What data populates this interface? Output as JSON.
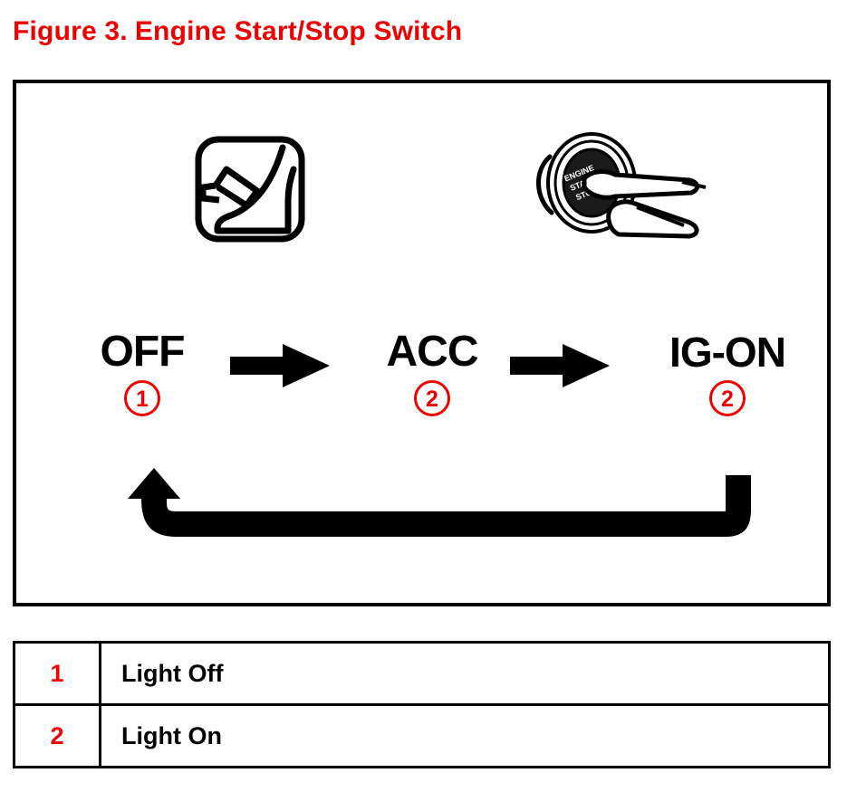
{
  "figure": {
    "number": "Figure 3.",
    "title": "Engine Start/Stop Switch",
    "title_color": "#ee0000"
  },
  "diagram": {
    "icons": [
      {
        "name": "brake-pedal-icon",
        "label": "Depress brake pedal"
      },
      {
        "name": "engine-start-stop-button-icon",
        "label": "Press ENGINE START STOP button",
        "button_text_line1": "ENGINE",
        "button_text_line2": "START",
        "button_text_line3": "STOP"
      }
    ],
    "states": [
      {
        "id": "off",
        "label": "OFF",
        "callout": "1"
      },
      {
        "id": "acc",
        "label": "ACC",
        "callout": "2"
      },
      {
        "id": "ig-on",
        "label": "IG-ON",
        "callout": "2"
      }
    ],
    "transitions": [
      {
        "from": "OFF",
        "to": "ACC",
        "name": "arrow-off-to-acc"
      },
      {
        "from": "ACC",
        "to": "IG-ON",
        "name": "arrow-acc-to-ig-on"
      },
      {
        "from": "IG-ON",
        "to": "OFF",
        "name": "return-loop-arrow"
      }
    ],
    "callout_color": "#ee0000",
    "frame_color": "#000000"
  },
  "legend": {
    "rows": [
      {
        "num": "1",
        "desc": "Light Off"
      },
      {
        "num": "2",
        "desc": "Light On"
      }
    ]
  }
}
